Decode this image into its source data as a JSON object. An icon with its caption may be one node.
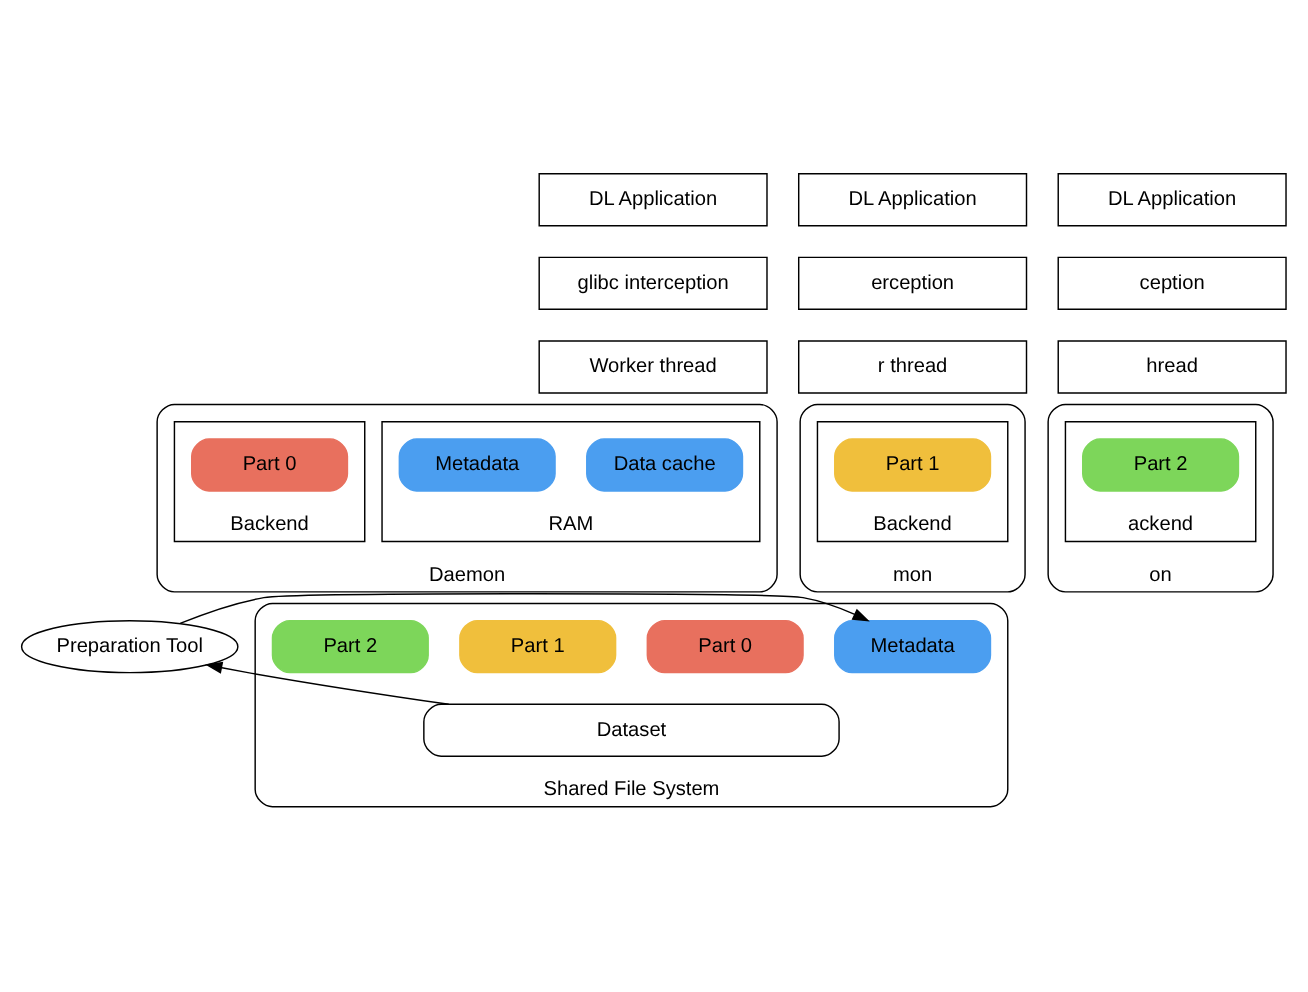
{
  "diagram": {
    "nodes": [
      {
        "text": [
          "on"
        ]
      },
      {
        "text": [
          "DL Application"
        ]
      },
      {
        "text": [
          "ception"
        ]
      },
      {
        "text": [
          "hread"
        ]
      },
      {
        "text": [
          "ackend"
        ],
        "in": 0
      },
      {
        "text": [
          "Part 2"
        ],
        "in": 4
      },
      {
        "text": [
          "mon"
        ]
      },
      {
        "text": [
          "DL Application"
        ]
      },
      {
        "text": [
          "erception"
        ]
      },
      {
        "text": [
          "r thread"
        ]
      },
      {
        "text": [
          "Backend"
        ],
        "in": 6
      },
      {
        "text": [
          "Part 1"
        ],
        "in": 10
      },
      {
        "text": [
          "Daemon"
        ]
      },
      {
        "text": [
          "DL Application"
        ]
      },
      {
        "text": [
          "glibc interception"
        ]
      },
      {
        "text": [
          "Worker thread"
        ]
      },
      {
        "text": [
          "RAM"
        ],
        "in": 12
      },
      {
        "text": [
          "Data cache"
        ],
        "in": 16
      },
      {
        "text": [
          "Metadata"
        ],
        "in": 16
      },
      {
        "text": [
          "Backend"
        ],
        "in": 12
      },
      {
        "text": [
          "Part 0"
        ],
        "in": 19
      },
      {
        "text": [
          "Shared File System"
        ]
      },
      {
        "text": [
          "Metadata"
        ],
        "in": 21
      },
      {
        "text": [
          "Part 0"
        ],
        "in": 21
      },
      {
        "text": [
          "Part 1"
        ],
        "in": 21
      },
      {
        "text": [
          "Part 2"
        ],
        "in": 21
      },
      {
        "text": [
          "Dataset"
        ],
        "in": 21
      },
      {
        "text": [
          "Preparation Tool"
        ]
      }
    ],
    "edges": [
      {
        "from": 27,
        "to": 22,
        "arrow": "to"
      },
      {
        "from": 26,
        "to": 27,
        "arrow": "to"
      }
    ]
  }
}
